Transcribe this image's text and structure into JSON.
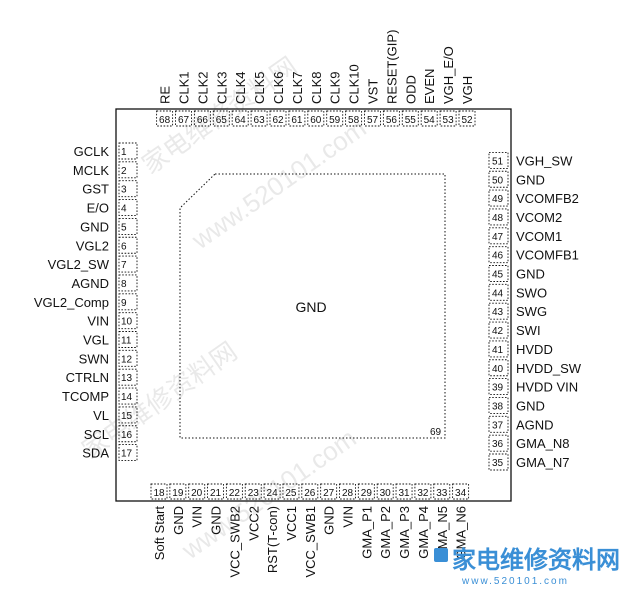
{
  "diagram": {
    "center_label": "GND",
    "exposed_pad_number": "69",
    "pins": {
      "left": [
        {
          "num": "1",
          "name": "GCLK"
        },
        {
          "num": "2",
          "name": "MCLK"
        },
        {
          "num": "3",
          "name": "GST"
        },
        {
          "num": "4",
          "name": "E/O"
        },
        {
          "num": "5",
          "name": "GND"
        },
        {
          "num": "6",
          "name": "VGL2"
        },
        {
          "num": "7",
          "name": "VGL2_SW"
        },
        {
          "num": "8",
          "name": "AGND"
        },
        {
          "num": "9",
          "name": "VGL2_Comp"
        },
        {
          "num": "10",
          "name": "VIN"
        },
        {
          "num": "11",
          "name": "VGL"
        },
        {
          "num": "12",
          "name": "SWN"
        },
        {
          "num": "13",
          "name": "CTRLN"
        },
        {
          "num": "14",
          "name": "TCOMP"
        },
        {
          "num": "15",
          "name": "VL"
        },
        {
          "num": "16",
          "name": "SCL"
        },
        {
          "num": "17",
          "name": "SDA"
        }
      ],
      "bottom": [
        {
          "num": "18",
          "name": "Soft Start"
        },
        {
          "num": "19",
          "name": "GND"
        },
        {
          "num": "20",
          "name": "VIN"
        },
        {
          "num": "21",
          "name": "GND"
        },
        {
          "num": "22",
          "name": "VCC_SWB2"
        },
        {
          "num": "23",
          "name": "VCC2"
        },
        {
          "num": "24",
          "name": "RST(T-con)"
        },
        {
          "num": "25",
          "name": "VCC1"
        },
        {
          "num": "26",
          "name": "VCC_SWB1"
        },
        {
          "num": "27",
          "name": "GND"
        },
        {
          "num": "28",
          "name": "VIN"
        },
        {
          "num": "29",
          "name": "GMA_P1"
        },
        {
          "num": "30",
          "name": "GMA_P2"
        },
        {
          "num": "31",
          "name": "GMA_P3"
        },
        {
          "num": "32",
          "name": "GMA_P4"
        },
        {
          "num": "33",
          "name": "GMA_N5"
        },
        {
          "num": "34",
          "name": "GMA_N6"
        }
      ],
      "right": [
        {
          "num": "35",
          "name": "GMA_N7"
        },
        {
          "num": "36",
          "name": "GMA_N8"
        },
        {
          "num": "37",
          "name": "AGND"
        },
        {
          "num": "38",
          "name": "GND"
        },
        {
          "num": "39",
          "name": "HVDD VIN"
        },
        {
          "num": "40",
          "name": "HVDD_SW"
        },
        {
          "num": "41",
          "name": "HVDD"
        },
        {
          "num": "42",
          "name": "SWI"
        },
        {
          "num": "43",
          "name": "SWG"
        },
        {
          "num": "44",
          "name": "SWO"
        },
        {
          "num": "45",
          "name": "GND"
        },
        {
          "num": "46",
          "name": "VCOMFB1"
        },
        {
          "num": "47",
          "name": "VCOM1"
        },
        {
          "num": "48",
          "name": "VCOM2"
        },
        {
          "num": "49",
          "name": "VCOMFB2"
        },
        {
          "num": "50",
          "name": "GND"
        },
        {
          "num": "51",
          "name": "VGH_SW"
        }
      ],
      "top": [
        {
          "num": "52",
          "name": "VGH"
        },
        {
          "num": "53",
          "name": "VGH_E/O"
        },
        {
          "num": "54",
          "name": "EVEN"
        },
        {
          "num": "55",
          "name": "ODD"
        },
        {
          "num": "56",
          "name": "RESET(GIP)"
        },
        {
          "num": "57",
          "name": "VST"
        },
        {
          "num": "58",
          "name": "CLK10"
        },
        {
          "num": "59",
          "name": "CLK9"
        },
        {
          "num": "60",
          "name": "CLK8"
        },
        {
          "num": "61",
          "name": "CLK7"
        },
        {
          "num": "62",
          "name": "CLK6"
        },
        {
          "num": "63",
          "name": "CLK5"
        },
        {
          "num": "64",
          "name": "CLK4"
        },
        {
          "num": "65",
          "name": "CLK3"
        },
        {
          "num": "66",
          "name": "CLK2"
        },
        {
          "num": "67",
          "name": "CLK1"
        },
        {
          "num": "68",
          "name": "RE"
        }
      ]
    }
  },
  "watermark": {
    "url_text": "www.520101.com",
    "cn_text": "家电维修资料网"
  },
  "logo": {
    "cn_text": "家电维修资料网",
    "url_text": "www.520101.com",
    "color": "#3a8fd6"
  }
}
